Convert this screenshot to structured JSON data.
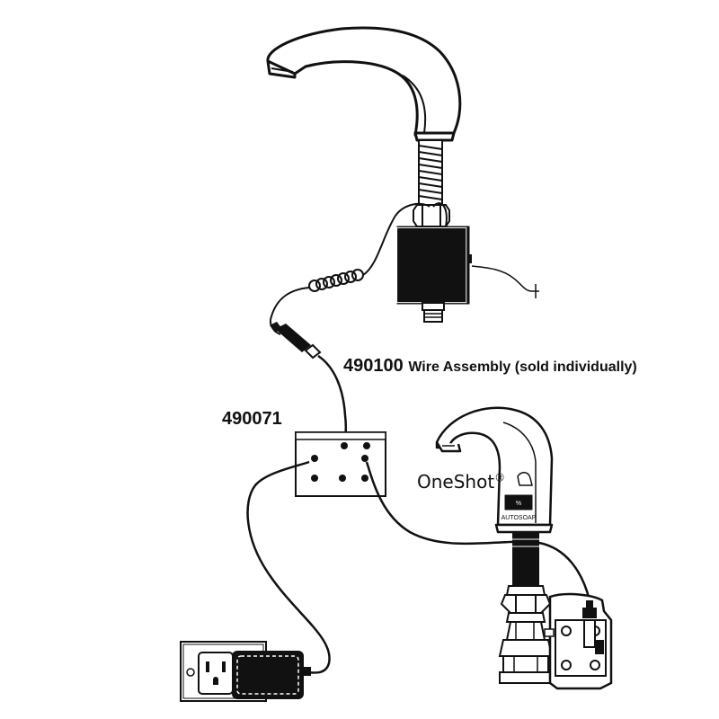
{
  "labels": {
    "wire_assembly_part": "490100",
    "wire_assembly_desc": "Wire Assembly (sold individually)",
    "junction_box_part": "490071",
    "soap_product_name": "OneShot",
    "soap_product_mark": "®",
    "soap_spout_text": "AUTOSOAP"
  },
  "colors": {
    "line": "#111111",
    "fill": "#111111",
    "background": "#ffffff"
  }
}
